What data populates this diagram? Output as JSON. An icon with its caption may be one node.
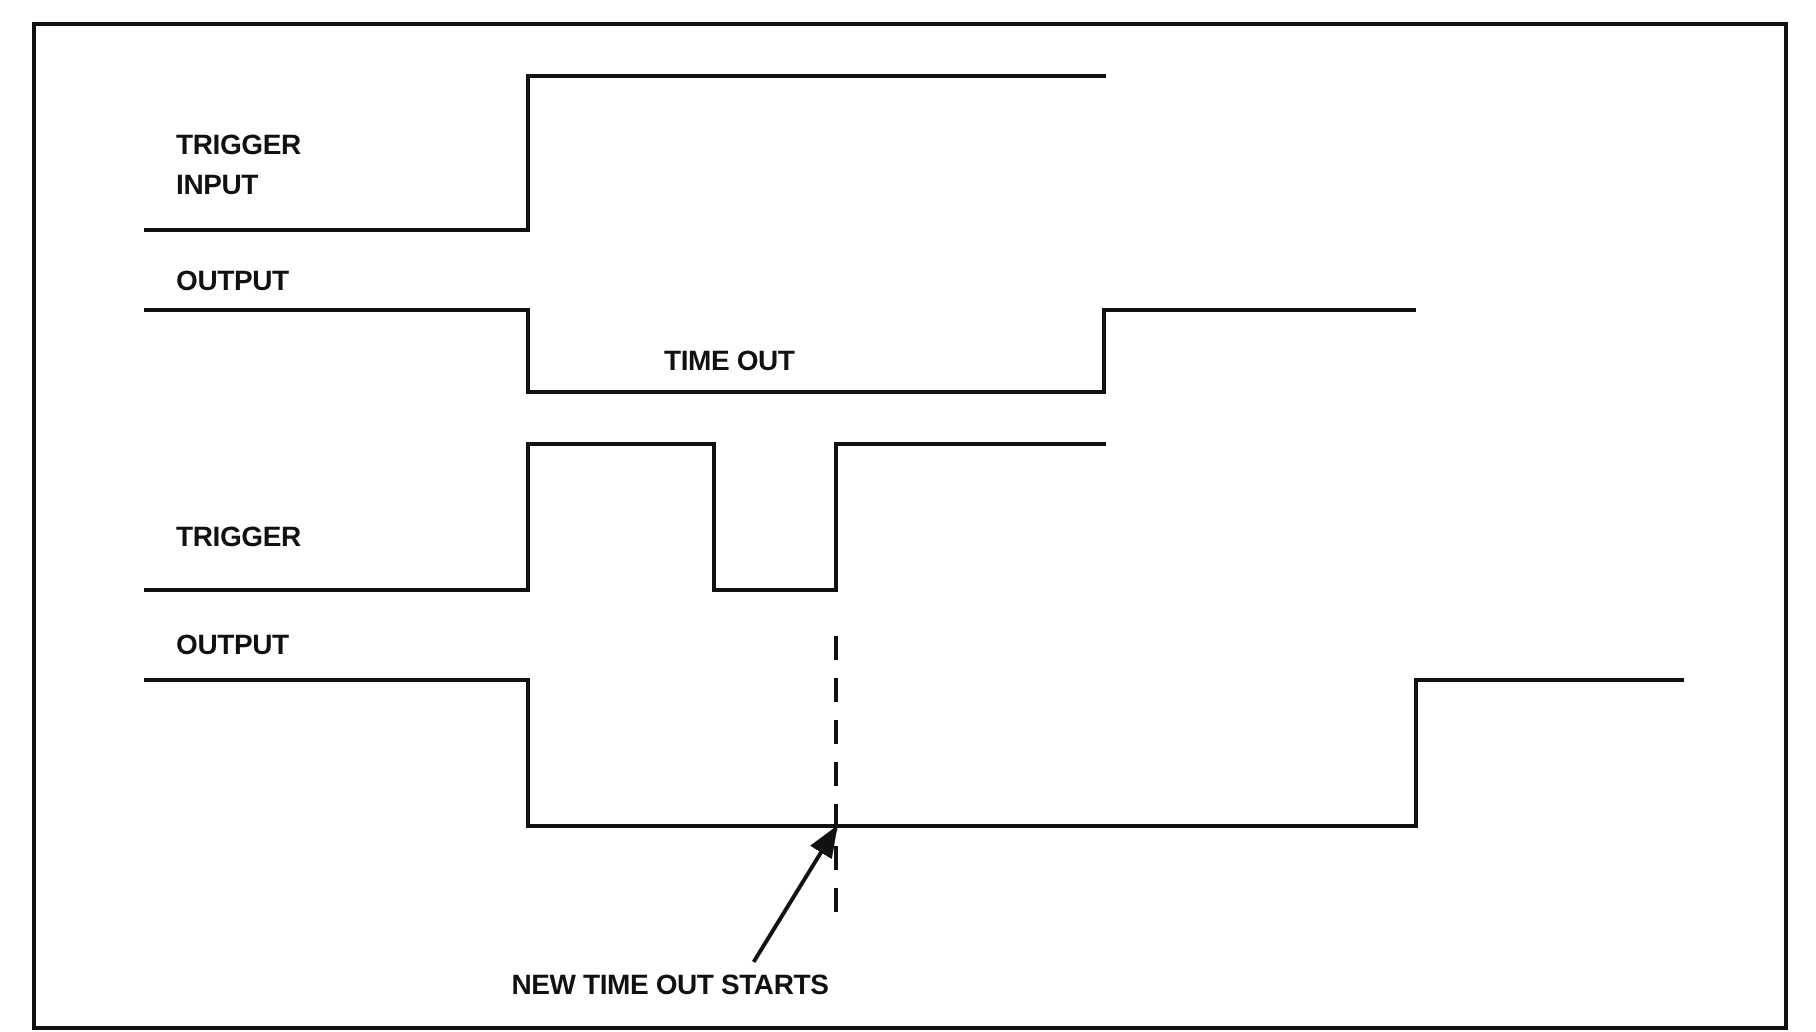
{
  "diagram": {
    "nodes": [
      {
        "text": [
          "NEW TIME OUT STARTS"
        ]
      },
      {
        "text": [],
        "shape": "line"
      }
    ],
    "edges": [
      {
        "from": 0,
        "to": 1,
        "arrow": "to"
      }
    ],
    "labels": [
      "TRIGGER INPUT",
      "OUTPUT",
      "TIME OUT",
      "TRIGGER",
      "OUTPUT"
    ]
  }
}
